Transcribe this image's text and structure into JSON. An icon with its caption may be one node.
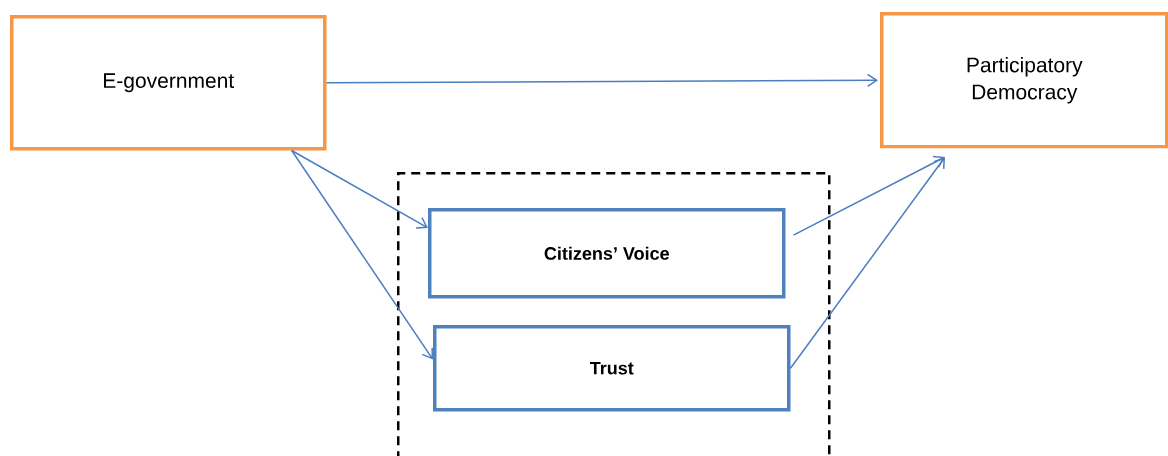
{
  "diagram": {
    "nodes": [
      {
        "text": [
          "E-government"
        ]
      },
      {
        "text": [
          "Participatory Democracy"
        ]
      },
      {
        "text": [],
        "shape": "box"
      },
      {
        "text": [
          "Citizens’ Voice"
        ],
        "in": 2
      },
      {
        "text": [
          "Trust"
        ],
        "in": 2
      }
    ],
    "edges": [
      {
        "from": 0,
        "to": 1,
        "arrow": "to"
      },
      {
        "from": 0,
        "to": 3,
        "arrow": "to"
      },
      {
        "from": 0,
        "to": 4,
        "arrow": "to"
      },
      {
        "from": 3,
        "to": 1,
        "arrow": "to"
      },
      {
        "from": 4,
        "to": 1,
        "arrow": "to"
      }
    ]
  }
}
